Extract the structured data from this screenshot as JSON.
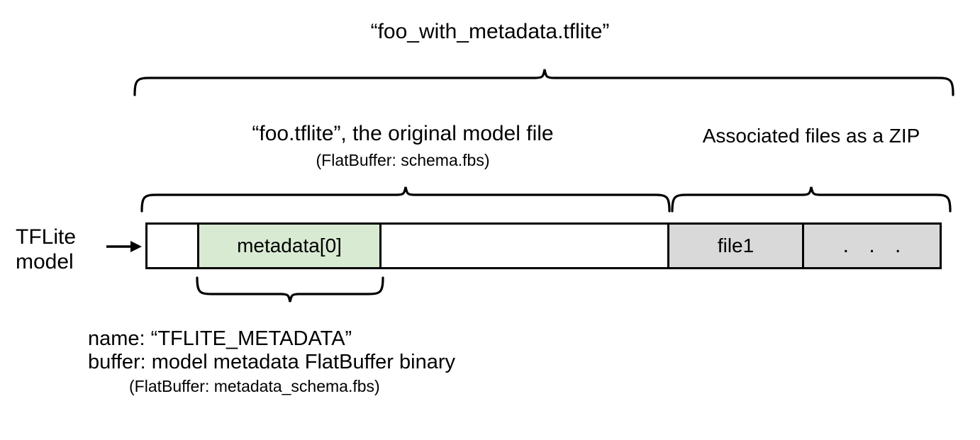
{
  "diagram": {
    "title": "“foo_with_metadata.tflite”",
    "left_caption": {
      "line1": "TFLite",
      "line2": "model"
    },
    "sections": {
      "model_file": {
        "label": "“foo.tflite”, the original model file",
        "sublabel": "(FlatBuffer: schema.fbs)"
      },
      "zip": {
        "label": "Associated files as a ZIP"
      }
    },
    "bar_segments": [
      {
        "name": "empty-left",
        "label": "",
        "fill": "#ffffff"
      },
      {
        "name": "metadata",
        "label": "metadata[0]",
        "fill": "#d9ead3"
      },
      {
        "name": "empty-mid",
        "label": "",
        "fill": "#ffffff"
      },
      {
        "name": "file1",
        "label": "file1",
        "fill": "#d9d9d9"
      },
      {
        "name": "ellipsis",
        "label": ". . .",
        "fill": "#d9d9d9"
      }
    ],
    "annotation": {
      "line1": "name: “TFLITE_METADATA”",
      "line2": "buffer: model metadata FlatBuffer binary",
      "line3": "(FlatBuffer: metadata_schema.fbs)"
    },
    "colors": {
      "metadata_fill": "#d9ead3",
      "zip_fill": "#d9d9d9",
      "stroke": "#000000",
      "background": "#ffffff"
    }
  }
}
